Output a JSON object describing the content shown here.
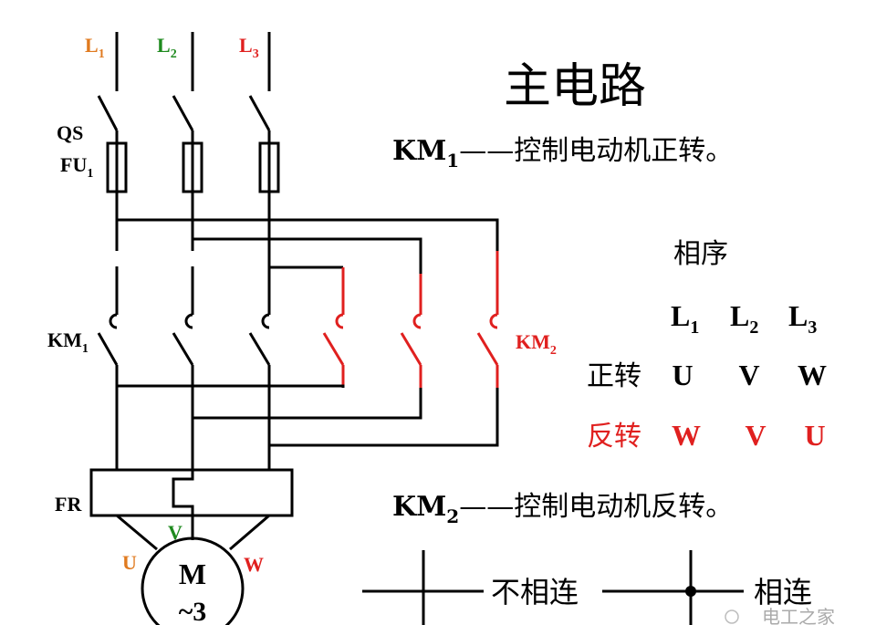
{
  "title": "主电路",
  "lines": {
    "l1": {
      "main": "L",
      "sub": "1",
      "color": "#e07a1f"
    },
    "l2": {
      "main": "L",
      "sub": "2",
      "color": "#1e8a1e"
    },
    "l3": {
      "main": "L",
      "sub": "3",
      "color": "#e0201f"
    }
  },
  "components": {
    "qs": "QS",
    "fu": {
      "main": "FU",
      "sub": "1"
    },
    "km1": {
      "main": "KM",
      "sub": "1"
    },
    "km2": {
      "main": "KM",
      "sub": "2",
      "color": "#e0201f"
    },
    "fr": "FR",
    "motor": {
      "line1": "M",
      "line2": "~3"
    },
    "terminals": {
      "u": {
        "text": "U",
        "color": "#e07a1f"
      },
      "v": {
        "text": "V",
        "color": "#1e8a1e"
      },
      "w": {
        "text": "W",
        "color": "#e0201f"
      }
    }
  },
  "descriptions": {
    "km1": {
      "main": "KM",
      "sub": "1",
      "text": "——控制电动机正转。"
    },
    "km2": {
      "main": "KM",
      "sub": "2",
      "text": "——控制电动机反转。"
    }
  },
  "phase_table": {
    "title": "相序",
    "headers": [
      {
        "main": "L",
        "sub": "1"
      },
      {
        "main": "L",
        "sub": "2"
      },
      {
        "main": "L",
        "sub": "3"
      }
    ],
    "rows": [
      {
        "label": "正转",
        "values": [
          "U",
          "V",
          "W"
        ],
        "color": "#000000"
      },
      {
        "label": "反转",
        "values": [
          "W",
          "V",
          "U"
        ],
        "color": "#e0201f"
      }
    ]
  },
  "legend": {
    "not_connected": "不相连",
    "connected": "相连"
  },
  "watermark": "电工之家"
}
